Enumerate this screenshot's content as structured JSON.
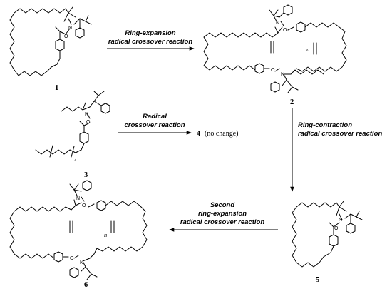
{
  "compounds": {
    "c1": "1",
    "c2": "2",
    "c3": "3",
    "c4": "4",
    "c5": "5",
    "c6": "6"
  },
  "arrows": {
    "a1_line1": "Ring-expansion",
    "a1_line2": "radical crossover reaction",
    "a2_line1": "Radical",
    "a2_line2": "crossover reaction",
    "a2_product_suffix": "(no change)",
    "a3_line1": "Ring-contraction",
    "a3_line2": "radical crossover reaction",
    "a4_line1": "Second",
    "a4_line2": "ring-expansion",
    "a4_line3": "radical crossover reaction"
  },
  "atoms": {
    "N": "N",
    "O": "O",
    "n": "n",
    "sub4": "4"
  }
}
